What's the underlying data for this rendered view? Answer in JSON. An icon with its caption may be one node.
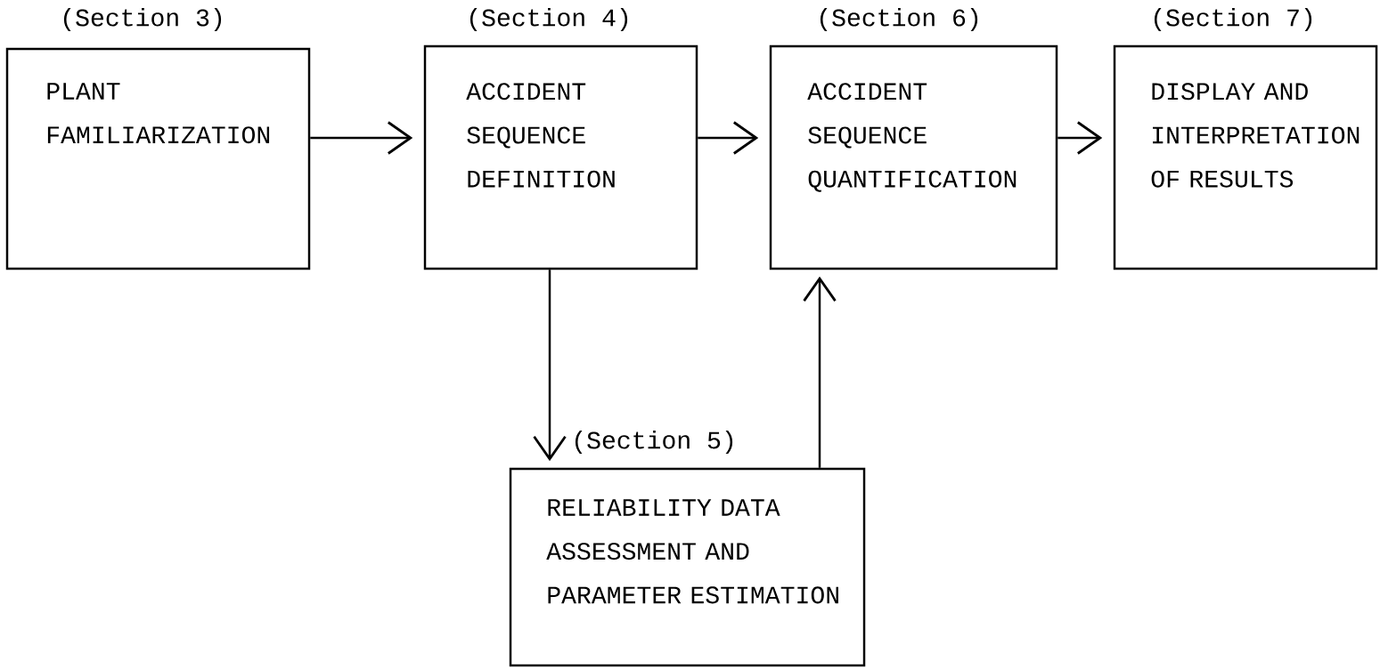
{
  "diagram": {
    "nodes": [
      {
        "text": [
          "(Section 3)",
          "PLANT FAMILIARIZATION"
        ]
      },
      {
        "text": [
          "(Section 4)",
          "ACCIDENT SEQUENCE DEFINITION"
        ]
      },
      {
        "text": [
          "(Section 6)",
          "ACCIDENT SEQUENCE QUANTIFICATION"
        ]
      },
      {
        "text": [
          "(Section 7)",
          "DISPLAY AND INTERPRETATION OF RESULTS"
        ]
      },
      {
        "text": [
          "(Section 5)",
          "RELIABILITY DATA ASSESSMENT AND PARAMETER ESTIMATION"
        ]
      }
    ],
    "edges": [
      {
        "from": 0,
        "to": 1,
        "arrow": "to"
      },
      {
        "from": 1,
        "to": 2,
        "arrow": "to"
      },
      {
        "from": 2,
        "to": 3,
        "arrow": "to"
      },
      {
        "from": 1,
        "to": 4,
        "arrow": "to"
      },
      {
        "from": 4,
        "to": 2,
        "arrow": "to"
      }
    ]
  }
}
